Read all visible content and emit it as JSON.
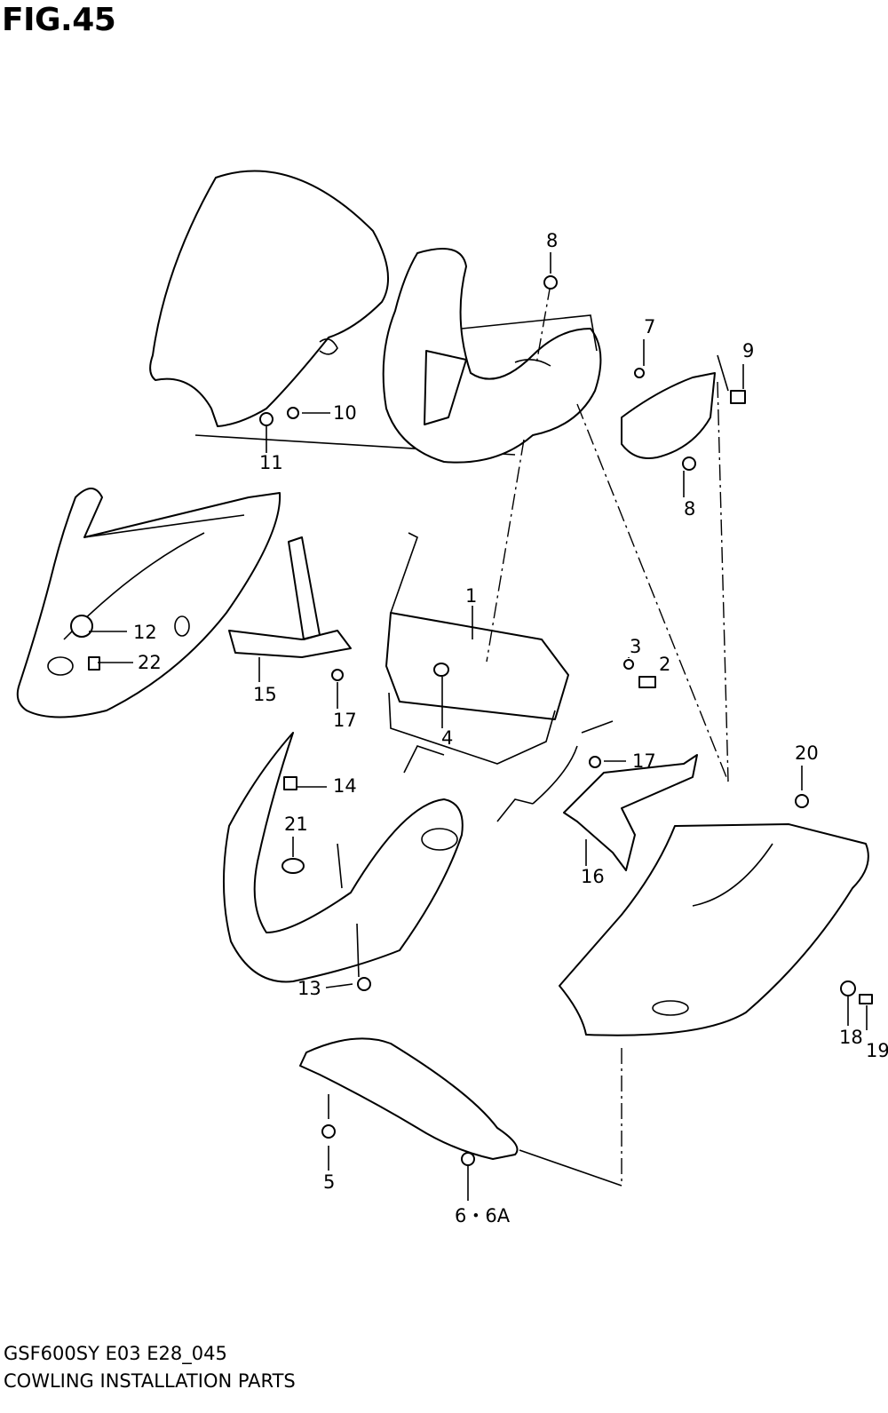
{
  "figure": {
    "title": "FIG.45"
  },
  "footer": {
    "code": "GSF600SY E03 E28_045",
    "title": "COWLING INSTALLATION PARTS"
  },
  "callouts": [
    {
      "id": "c1",
      "label": "1"
    },
    {
      "id": "c2",
      "label": "2"
    },
    {
      "id": "c3",
      "label": "3"
    },
    {
      "id": "c4",
      "label": "4"
    },
    {
      "id": "c5",
      "label": "5"
    },
    {
      "id": "c6",
      "label": "6・6A"
    },
    {
      "id": "c7",
      "label": "7"
    },
    {
      "id": "c8a",
      "label": "8"
    },
    {
      "id": "c8b",
      "label": "8"
    },
    {
      "id": "c9",
      "label": "9"
    },
    {
      "id": "c10",
      "label": "10"
    },
    {
      "id": "c11",
      "label": "11"
    },
    {
      "id": "c12",
      "label": "12"
    },
    {
      "id": "c13",
      "label": "13"
    },
    {
      "id": "c14",
      "label": "14"
    },
    {
      "id": "c15",
      "label": "15"
    },
    {
      "id": "c16",
      "label": "16"
    },
    {
      "id": "c17a",
      "label": "17"
    },
    {
      "id": "c17b",
      "label": "17"
    },
    {
      "id": "c18",
      "label": "18"
    },
    {
      "id": "c19",
      "label": "19"
    },
    {
      "id": "c20",
      "label": "20"
    },
    {
      "id": "c21",
      "label": "21"
    },
    {
      "id": "c22",
      "label": "22"
    }
  ]
}
